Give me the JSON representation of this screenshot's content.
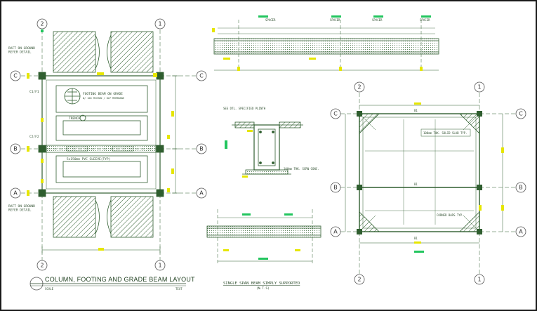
{
  "colors": {
    "line": "#2f5e2f",
    "dark": "#1f3f1f",
    "highlight": "#22c55e",
    "accent_yellow": "#e6e600",
    "bubble": "#555555"
  },
  "left_plan": {
    "grid_top": [
      "2",
      "1"
    ],
    "grid_bottom": [
      "2",
      "1"
    ],
    "grid_left": [
      "C",
      "B",
      "A"
    ],
    "grid_right": [
      "C",
      "B",
      "A"
    ],
    "note_top": "RAFT ON GROUND\nREFER DETAIL",
    "note_bottom": "RAFT ON GROUND\nREFER DETAIL",
    "label_c1": "C1/F1",
    "label_c2": "C2/F2",
    "callout_footing": "FOOTING BEAM ON GRADE",
    "callout_footing_sub": "W/ 100 MICRON / DLP MEMBRANE",
    "trench_label": "TRENCH",
    "pvc_label": "5x150mm PVC SLEEVE(TYP)"
  },
  "beam_elevation_top": {
    "labels": [
      "SPACER",
      "SPACER",
      "SPACER",
      "SPACER"
    ]
  },
  "section": {
    "label_top": "SEE DTL. SPECIFIED PLINTH",
    "label_right": "100mm THK. SCRN CONC."
  },
  "right_plan": {
    "grid_top": [
      "2",
      "1"
    ],
    "grid_bottom": [
      "2",
      "1"
    ],
    "grid_left": [
      "C",
      "B",
      "A"
    ],
    "grid_right": [
      "C",
      "B",
      "A"
    ],
    "label_b1": "B1",
    "note_slab": "100mm THK. SOLID SLAB TYP.",
    "note_corner": "CORNER BARS TYP."
  },
  "titles": {
    "main": "COLUMN, FOOTING AND GRADE BEAM LAYOUT",
    "scale_left": "SCALE",
    "scale_right": "TEXT",
    "beam": "SINGLE SPAN BEAM SIMPLY SUPPORTED",
    "beam_sub": "(N.T.S)"
  }
}
